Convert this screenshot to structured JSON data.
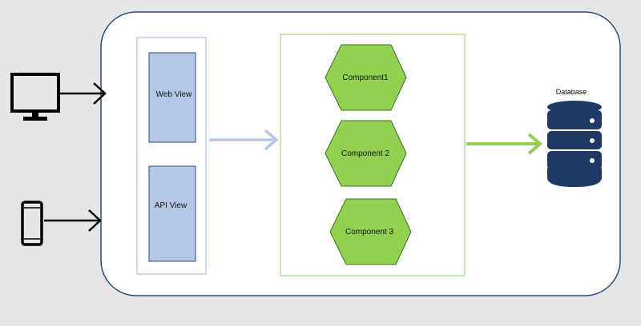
{
  "views": [
    {
      "label": "Web View"
    },
    {
      "label": "API View"
    }
  ],
  "components": [
    {
      "label": "Component1"
    },
    {
      "label": "Component 2"
    },
    {
      "label": "Component 3"
    }
  ],
  "database": {
    "label": "Database"
  },
  "colors": {
    "page_background": "#e6e6e6",
    "system_fill": "#ffffff",
    "system_border": "#2e4a7c",
    "view_fill": "#b4c7e7",
    "view_border": "#2e4a7c",
    "view_container_border": "#9db3d9",
    "component_fill": "#92d050",
    "component_border": "#3b6f2a",
    "component_container_border": "#8fcf6a",
    "arrow_view_to_components": "#b4c7e7",
    "arrow_components_to_db": "#92d050",
    "database": "#1f3864",
    "device": "#000000"
  }
}
